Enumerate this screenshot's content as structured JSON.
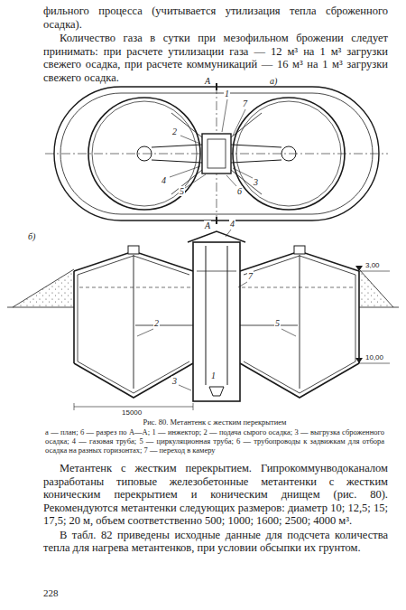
{
  "diagram": {
    "caption": "Рис. 80. Метантенк с жестким перекрытием",
    "labels": [
      "фильного процесса (учитывается утилизация тепла сброженного осадка).",
      "Количество газа в сутки при мезофильном брожении следует принимать: при расчете утилизации газа — 12 м³ на 1 м³ загрузки свежего осадка, при расчете коммуникаций — 16 м³ на 1 м³ загрузки свежего осадка.",
      "а)",
      "1",
      "7",
      "2",
      "4",
      "5",
      "6",
      "3",
      "А",
      "А",
      "б)",
      "1",
      "2",
      "3",
      "4",
      "5",
      "7",
      "15000",
      "3,00",
      "10,00",
      "а — план; б — разрез по А—А; 1 — инжектор; 2 — подача сырого осадка; 3 — выгрузка сброженного осадка; 4 — газовая труба; 5 — циркуляционная труба; 6 — трубопроводы к задвижкам для отбора осадка на разных горизонтах; 7 — переход в камеру",
      "Метантенк с жестким перекрытием. Гипрокоммунводоканалом разработаны типовые железобетонные метантенки с жестким коническим перекрытием и коническим днищем (рис. 80). Рекомендуются метантенки следующих размеров: диаметр 10; 12,5; 15; 17,5; 20 м, объем соответственно 500; 1000; 1600; 2500; 4000 м³.",
      "В табл. 82 приведены исходные данные для подсчета количества тепла для нагрева метантенков, при условии обсыпки их грунтом.",
      "228"
    ]
  }
}
